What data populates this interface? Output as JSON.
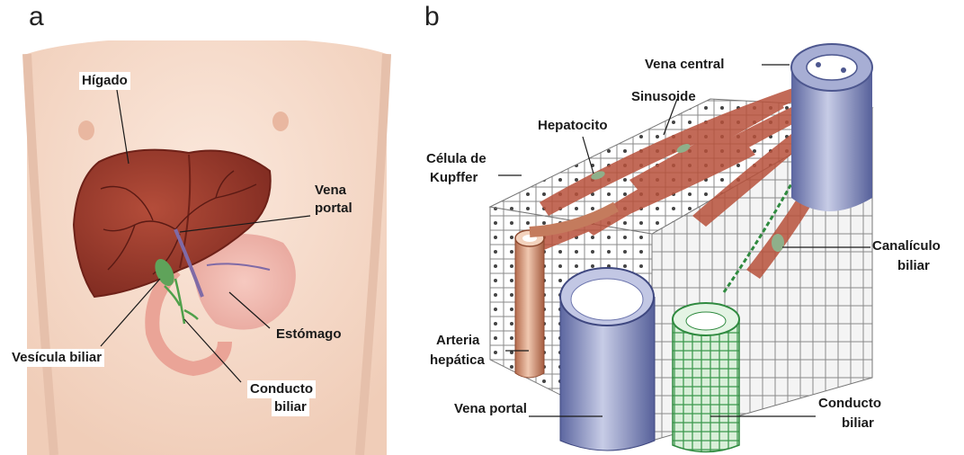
{
  "panels": [
    {
      "letter": "a",
      "labels": {
        "higado": "Hígado",
        "vena_portal_1": "Vena",
        "vena_portal_2": "portal",
        "estomago": "Estómago",
        "vesicula": "Vesícula biliar",
        "conducto_1": "Conducto",
        "conducto_2": "biliar"
      }
    },
    {
      "letter": "b",
      "labels": {
        "vena_central": "Vena central",
        "sinusoide": "Sinusoide",
        "hepatocito": "Hepatocito",
        "kupffer_1": "Célula de",
        "kupffer_2": "Kupffer",
        "canaliculo_1": "Canalículo",
        "canaliculo_2": "biliar",
        "arteria_1": "Arteria",
        "arteria_2": "hepática",
        "vena_portal": "Vena portal",
        "conducto_1": "Conducto",
        "conducto_2": "biliar"
      }
    }
  ],
  "colors": {
    "liver": "#9a3a2c",
    "vessel_blue": "#7d86b8",
    "bile_green": "#3f9a4f",
    "artery": "#c98a6c",
    "skin": "#f4d6c4"
  }
}
